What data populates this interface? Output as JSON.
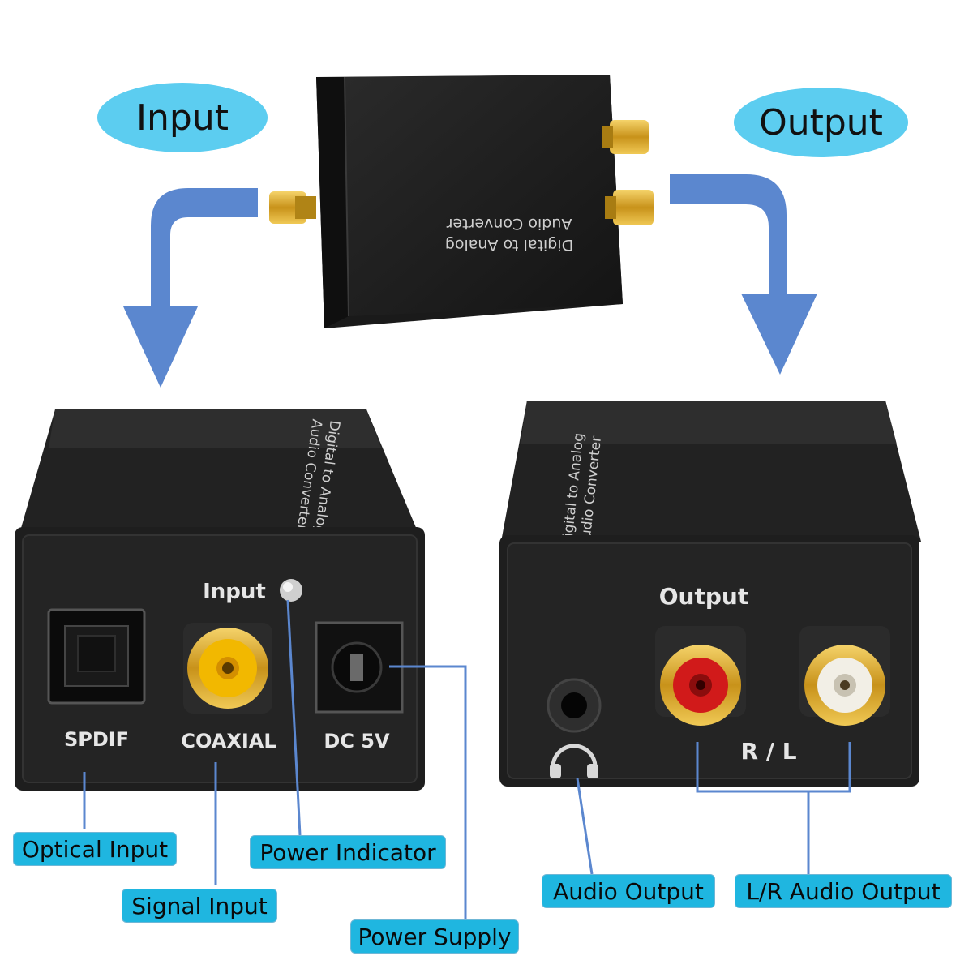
{
  "header": {
    "input_title": "Input",
    "output_title": "Output"
  },
  "top_device": {
    "label_line1": "Digital to Analog",
    "label_line2": "Audio Converter"
  },
  "left_device": {
    "side_line1": "Digital to Analog",
    "side_line2": "Audio Converter",
    "input_label": "Input",
    "spdif_label": "SPDIF",
    "coaxial_label": "COAXIAL",
    "dc_label": "DC 5V"
  },
  "right_device": {
    "side_line1": "Digital to Analog",
    "side_line2": "Audio Converter",
    "output_label": "Output",
    "rl_label": "R / L"
  },
  "callouts": {
    "optical_input": "Optical Input",
    "signal_input": "Signal Input",
    "power_indicator": "Power Indicator",
    "power_supply": "Power Supply",
    "audio_output": "Audio Output",
    "lr_audio_output": "L/R Audio Output"
  },
  "colors": {
    "bubble": "#5ccdf0",
    "callout": "#1fb6e0",
    "arrow": "#5b87cf",
    "leader": "#5b87cf",
    "device": "#1c1c1c",
    "gold": "#d9a520",
    "coaxial": "#f2b800",
    "red_jack": "#d11a1a",
    "white_jack": "#f2efe6"
  },
  "icons": [
    "headphone-icon",
    "rca-jack-icon",
    "optical-port-icon",
    "dc-jack-icon",
    "led-icon",
    "arrow-down-icon"
  ]
}
